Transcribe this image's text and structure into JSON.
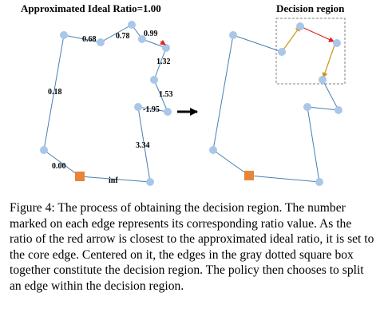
{
  "figure": {
    "left_title": "Approximated Ideal Ratio=1.00",
    "right_title": "Decision region",
    "edge_labels": [
      "0.68",
      "0.78",
      "0.99",
      "1.32",
      "1.53",
      "-1.95",
      "3.34",
      "inf",
      "0.00",
      "0.18"
    ],
    "colors": {
      "edge": "#4a7fb3",
      "node": "#a9c7e8",
      "start_node": "#e8853a",
      "core_edge": "#e32222",
      "region_edge": "#c8961e",
      "region_box": "#808080",
      "transition_arrow": "#000000"
    }
  },
  "caption": {
    "label": "Figure 4:",
    "text": "The process of obtaining the decision region. The number marked on each edge represents its corresponding ratio value. As the ratio of the red arrow is closest to the approximated ideal ratio, it is set to the core edge. Centered on it, the edges in the gray dotted square box together constitute the decision region. The policy then chooses to split an edge within the decision region."
  }
}
